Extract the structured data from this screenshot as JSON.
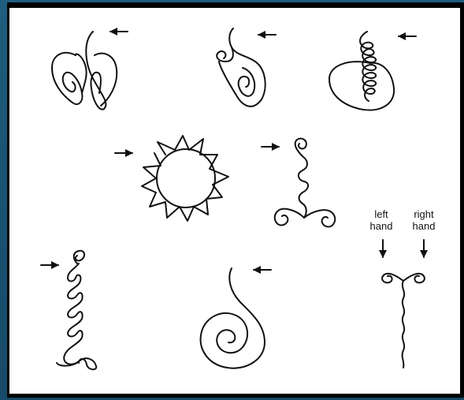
{
  "background_color": "#1b567a",
  "panel_color": "#000000",
  "paper_color": "#ffffff",
  "stroke_color": "#111111",
  "labels": {
    "left_hand": "left\nhand",
    "right_hand": "right\nhand"
  },
  "figures": [
    {
      "name": "double-spiral-loop-figure",
      "arrow": "left"
    },
    {
      "name": "small-curl-spiral-figure",
      "arrow": "left"
    },
    {
      "name": "coil-in-loop-figure",
      "arrow": "left"
    },
    {
      "name": "spiky-circle-figure",
      "arrow": "right"
    },
    {
      "name": "curl-stem-double-scroll-figure",
      "arrow": "right"
    },
    {
      "name": "looped-stalk-figure",
      "arrow": "right"
    },
    {
      "name": "snail-spiral-figure",
      "arrow": "left"
    },
    {
      "name": "two-hand-scroll-figure",
      "arrow": "down-both"
    }
  ]
}
